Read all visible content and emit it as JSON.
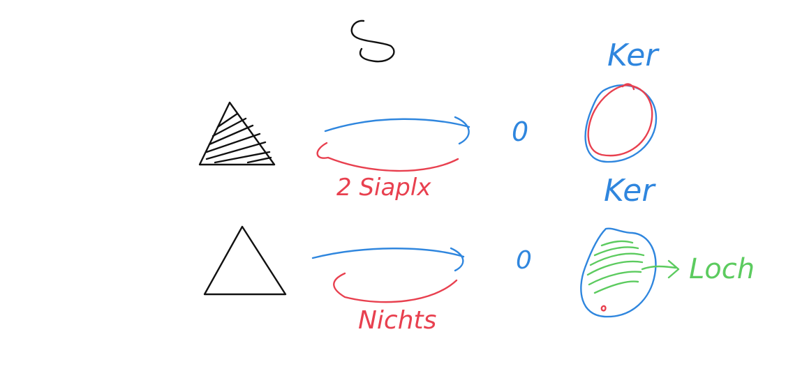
{
  "colors": {
    "ink_black": "#111111",
    "ink_blue": "#2f86de",
    "ink_red": "#e8404f",
    "ink_green": "#5ccb5f"
  },
  "labels": {
    "ker_top": "Ker",
    "ker_bottom": "Ker",
    "zero_top": "0",
    "zero_bottom": "0",
    "two_simplex": "2 Siaplx",
    "nichts": "Nichts",
    "loch": "Loch"
  }
}
